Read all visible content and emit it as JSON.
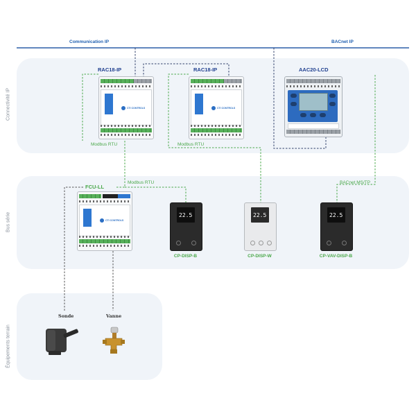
{
  "network": {
    "communication_ip": "Communication IP",
    "bacnet_ip": "BACnet IP"
  },
  "sections": {
    "ip": "Connectivité IP",
    "serial": "Bus série",
    "field": "Équipements terrain"
  },
  "devices": {
    "rac1": "RAC18-IP",
    "rac2": "RAC18-IP",
    "aac": "AAC20-LCD",
    "fcu": "FCU-LL",
    "disp_b": "CP-DISP-B",
    "disp_w": "CP-DISP-W",
    "disp_vav": "CP-VAV-DISP-B"
  },
  "protocols": {
    "modbus_rac1": "Modbus RTU",
    "modbus_rac2": "Modbus RTU",
    "modbus_fcu": "Modbus RTU",
    "bacnet_mstp": "BACnet MS/TP"
  },
  "field_devices": {
    "sonde": "Sonde",
    "vanne": "Vanne"
  },
  "thermostat_reading": {
    "disp_b": "22.5",
    "disp_w": "22.5",
    "disp_vav": "22.5"
  },
  "brand": "CTI CONTROLS",
  "colors": {
    "network_line": "#2b5fa8",
    "wire_dark": "#2f3f6a",
    "wire_green": "#4aa84a",
    "wire_grey": "#555555",
    "panel": "#f0f4f9"
  }
}
